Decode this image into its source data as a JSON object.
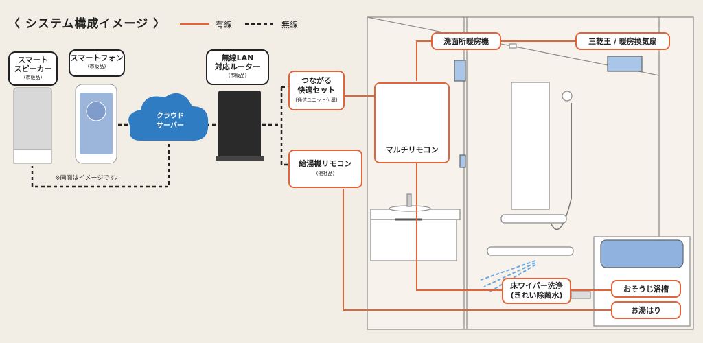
{
  "title": "〈 システム構成イメージ 〉",
  "legend": {
    "wired": "有線",
    "wireless": "無線"
  },
  "devices": {
    "speaker": {
      "name": "スマート\nスピーカー",
      "note": "(市販品)"
    },
    "phone": {
      "name": "スマートフォン",
      "note": "(市販品)"
    },
    "cloud": {
      "name": "クラウド\nサーバー"
    },
    "router": {
      "name": "無線LAN\n対応ルーター",
      "note": "(市販品)"
    }
  },
  "image_note": "※画面はイメージです。",
  "units": {
    "connect_set": {
      "name": "つながる\n快適セット",
      "note": "(通信ユニット付属)"
    },
    "water_heater": {
      "name": "給湯機リモコン",
      "note": "(他社品)"
    },
    "multi_remote": {
      "name": "マルチリモコン"
    }
  },
  "features": {
    "heater": "洗面所暖房機",
    "dryer": "三乾王 / 暖房換気扇",
    "wiper": "床ワイパー洗浄\n(きれい除菌水)",
    "tub_clean": "おそうじ浴槽",
    "fill_bath": "お湯はり"
  },
  "colors": {
    "accent": "#e2643a",
    "cloud": "#2f7cc2",
    "bath_water": "#8fb3de"
  }
}
